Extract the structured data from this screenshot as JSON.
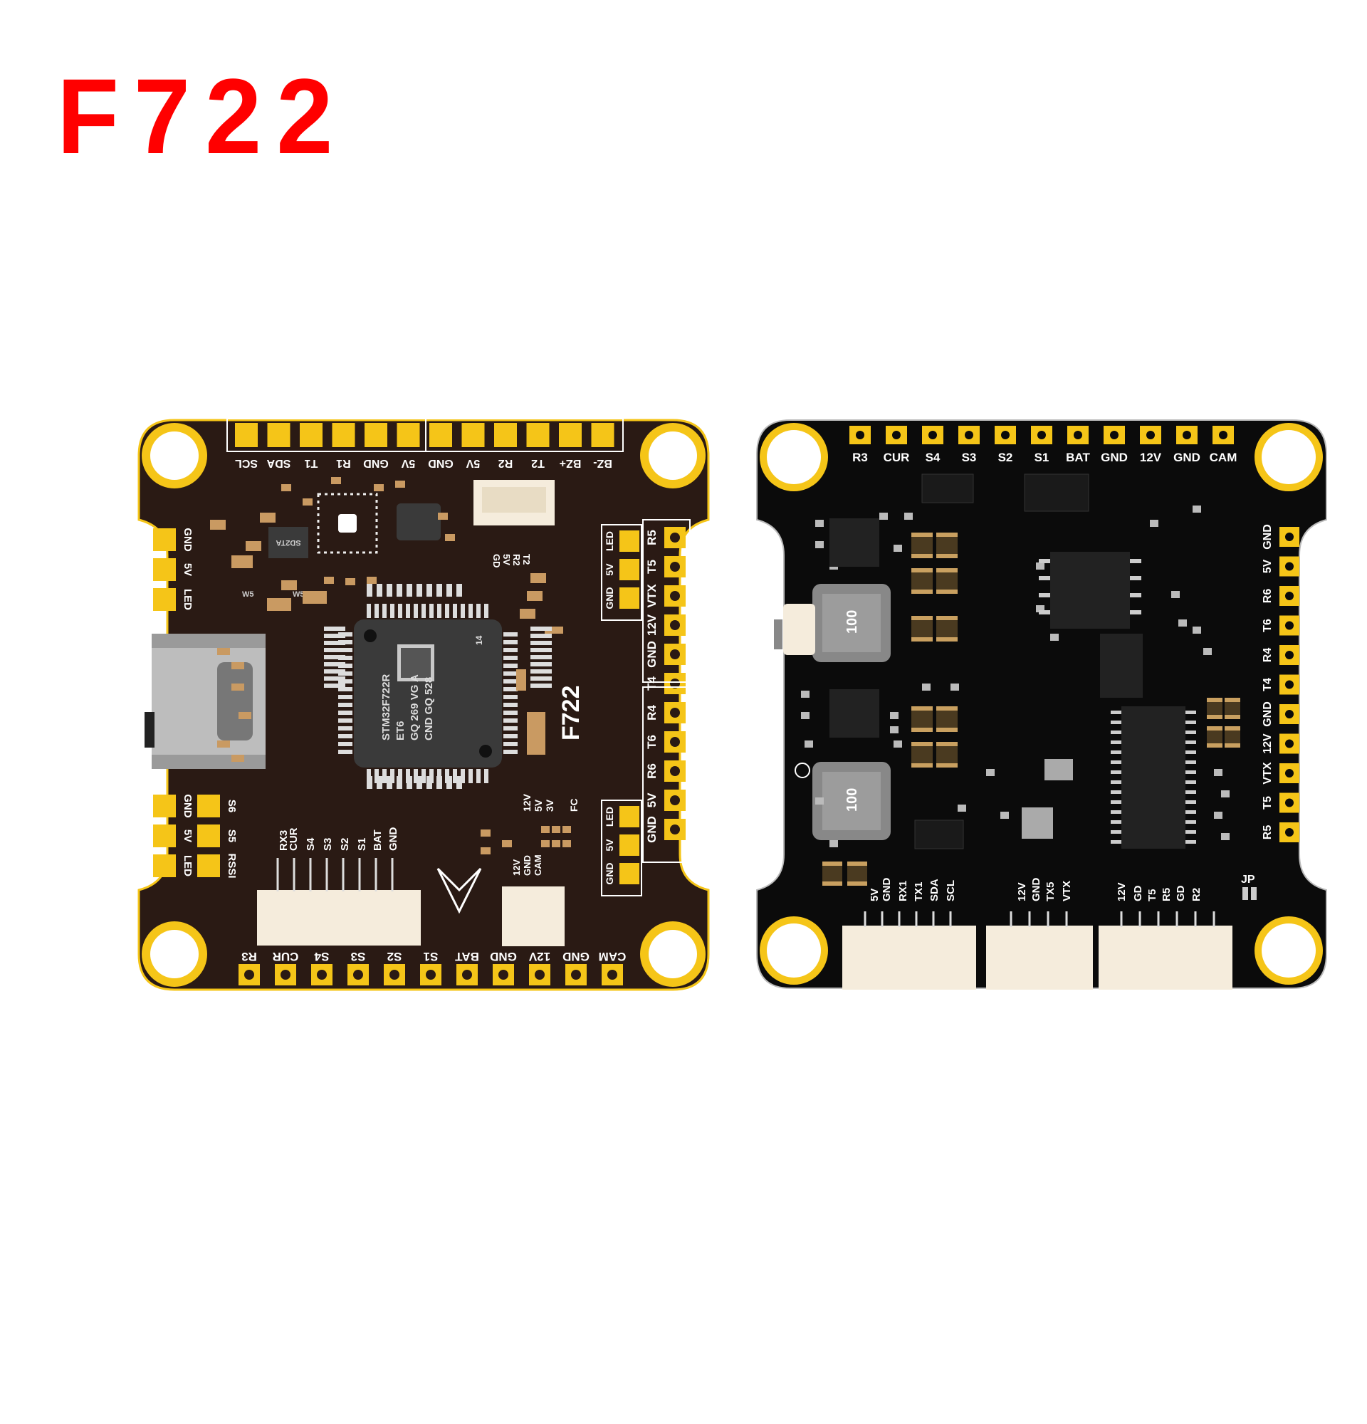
{
  "title": "F722",
  "colors": {
    "title": "#ff0000",
    "pad": "#f5c518",
    "board_left": "#2a1a14",
    "board_right": "#0b0b0b",
    "silk": "#ffffff"
  },
  "left_board": {
    "top_pads": [
      "SCL",
      "SDA",
      "T1",
      "R1",
      "GND",
      "5V",
      "GND",
      "5V",
      "R2",
      "T2",
      "BZ+",
      "BZ-"
    ],
    "bottom_pads": [
      "R3",
      "CUR",
      "S4",
      "S3",
      "S2",
      "S1",
      "BAT",
      "GND",
      "12V",
      "GND",
      "CAM"
    ],
    "left_pads_top": [
      "GND",
      "5V",
      "LED"
    ],
    "left_pads_bottom": [
      "GND",
      "5V",
      "LED"
    ],
    "left_pads_bottom_right": [
      "S6",
      "S5",
      "RSSI"
    ],
    "right_pads": [
      "R5",
      "T5",
      "VTX",
      "12V",
      "GND",
      "T4",
      "R4",
      "T6",
      "R6",
      "5V",
      "GND"
    ],
    "right_group_a": [
      "GND",
      "5V",
      "LED"
    ],
    "right_group_b": [
      "GND",
      "5V",
      "LED"
    ],
    "board_label": "F722",
    "mcu_lines": [
      "STM32F722R",
      "ET6",
      "GQ 269 VG A",
      "CND GQ 528"
    ],
    "mcu_corner": "14",
    "sd_chip": "SD2TA",
    "small_marks": [
      "W5",
      "W5"
    ],
    "conn_top_labels": [
      "GD",
      "5V",
      "R2",
      "T2"
    ],
    "conn_left_labels": [
      "RX3",
      "CUR",
      "S4",
      "S3",
      "S2",
      "S1",
      "BAT",
      "GND"
    ],
    "conn_cam_labels": [
      "12V",
      "GND",
      "CAM"
    ],
    "pwr_labels": [
      "12V",
      "5V",
      "3V",
      "FC"
    ]
  },
  "right_board": {
    "top_pads": [
      "R3",
      "CUR",
      "S4",
      "S3",
      "S2",
      "S1",
      "BAT",
      "GND",
      "12V",
      "GND",
      "CAM"
    ],
    "right_pads": [
      "GND",
      "5V",
      "R6",
      "T6",
      "R4",
      "T4",
      "GND",
      "12V",
      "VTX",
      "T5",
      "R5"
    ],
    "conn1_labels": [
      "5V",
      "GND",
      "RX1",
      "TX1",
      "SDA",
      "SCL"
    ],
    "conn2_labels": [
      "12V",
      "GND",
      "TX5",
      "VTX"
    ],
    "conn3_labels": [
      "12V",
      "GD",
      "T5",
      "R5",
      "GD",
      "R2"
    ],
    "jp_label": "JP",
    "inductor_label": "100",
    "inductor_label_2": "100"
  }
}
